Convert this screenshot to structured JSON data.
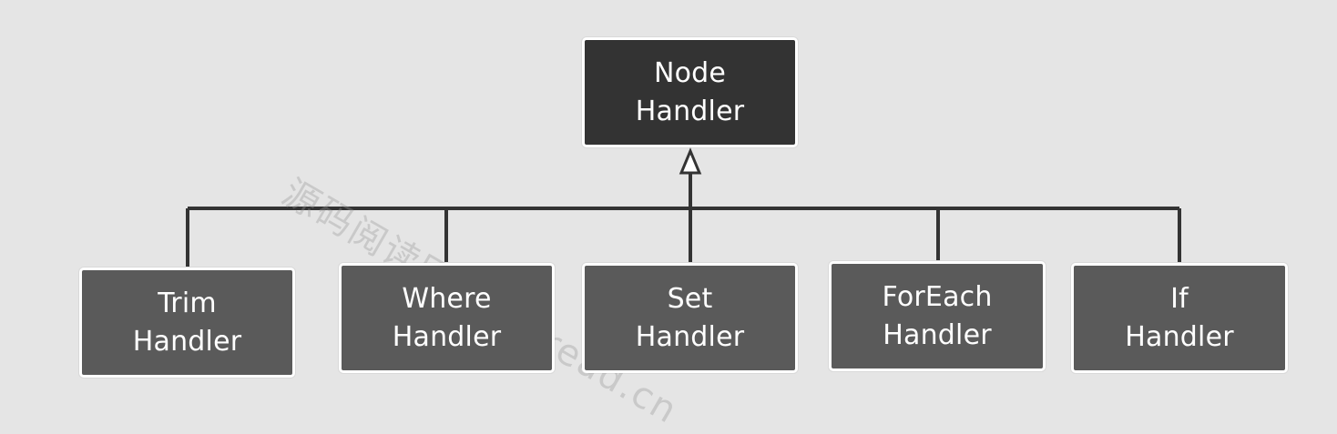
{
  "diagram": {
    "parent": {
      "line1": "Node",
      "line2": "Handler"
    },
    "children": [
      {
        "line1": "Trim",
        "line2": "Handler"
      },
      {
        "line1": "Where",
        "line2": "Handler"
      },
      {
        "line1": "Set",
        "line2": "Handler"
      },
      {
        "line1": "ForEach",
        "line2": "Handler"
      },
      {
        "line1": "If",
        "line2": "Handler"
      }
    ],
    "relationship": "inheritance"
  },
  "watermark": {
    "text": "源码阅读网 coderead.cn"
  },
  "colors": {
    "background": "#e5e5e5",
    "parent_fill": "#333333",
    "child_fill": "#5a5a5a",
    "node_border": "#ffffff",
    "connector": "#333333"
  }
}
